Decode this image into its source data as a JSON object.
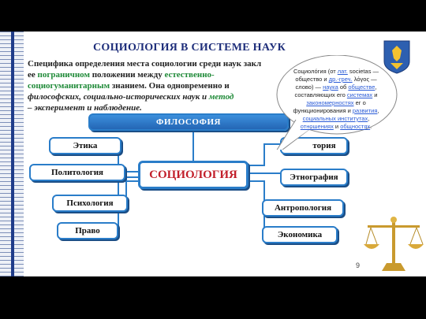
{
  "slide": {
    "title": "СОЦИОЛОГИЯ В СИСТЕМЕ НАУК",
    "paragraph": {
      "p1": "Специфика определения места социологии среди наук закл",
      "p2": "ее ",
      "p3": "пограничном",
      "p4": " положении между ",
      "p5": "естественно-",
      "p6": "социогуманитарным",
      "p7": " знанием. Она одновременно и",
      "p8": "философских, социально-исторических наук и ",
      "p9": "метод",
      "p10": "– эксперимент и  наблюдение."
    },
    "page_number": "9"
  },
  "diagram": {
    "center": "СОЦИОЛОГИЯ",
    "top": "ФИЛОСОФИЯ",
    "left": [
      "Этика",
      "Политология",
      "Психология",
      "Право"
    ],
    "right": [
      "История",
      "Этнография",
      "Антропология",
      "Экономика"
    ],
    "right_top_visible": "тория"
  },
  "callout": {
    "t1": "Социоло́гия (от ",
    "l1": "лат.",
    "t2": " societas — общество и ",
    "l2": "др.-греч.",
    "t3": " λόγος — слово) — ",
    "l3": "наука",
    "t4": " об ",
    "l4": "обществе",
    "t5": ", составляющих его ",
    "l5": "системах",
    "t6": " и ",
    "l6": "закономерностях",
    "t7": " ег о функционирования и ",
    "l7": "развития",
    "t8": ", ",
    "l8": "социальных институтах",
    "t9": ", ",
    "l9": "отношениях",
    "t10": " и ",
    "l10": "общностях",
    "t11": "."
  },
  "colors": {
    "box_border": "#2a7dc9",
    "accent_red": "#c21f2a",
    "title_blue": "#1d2d7a",
    "green_text": "#1f8a38"
  }
}
